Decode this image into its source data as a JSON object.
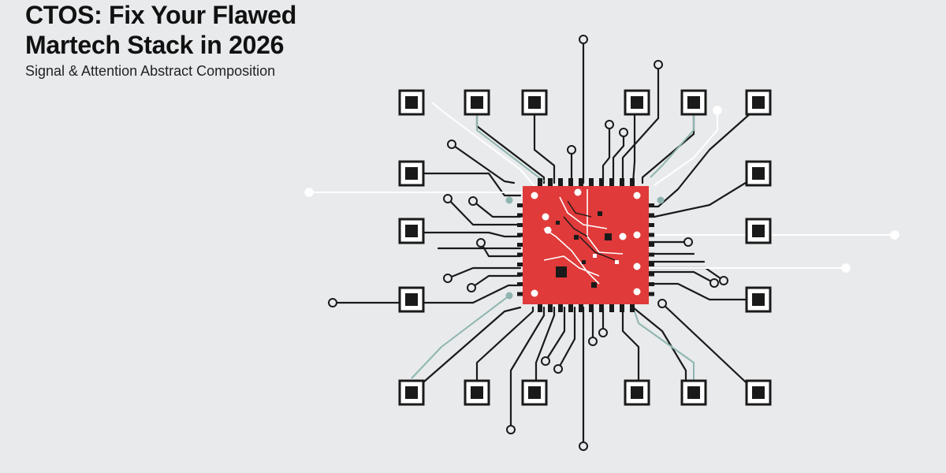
{
  "header": {
    "title_line1": "CTOS: Fix Your Flawed",
    "title_line2": "Martech Stack in 2026",
    "subtitle": "Signal & Attention Abstract Composition"
  },
  "colors": {
    "background": "#e8eaec",
    "chip": "#e03a3a",
    "trace_dark": "#1a1a1a",
    "trace_white": "#ffffff",
    "trace_teal": "#8fb5b0"
  }
}
